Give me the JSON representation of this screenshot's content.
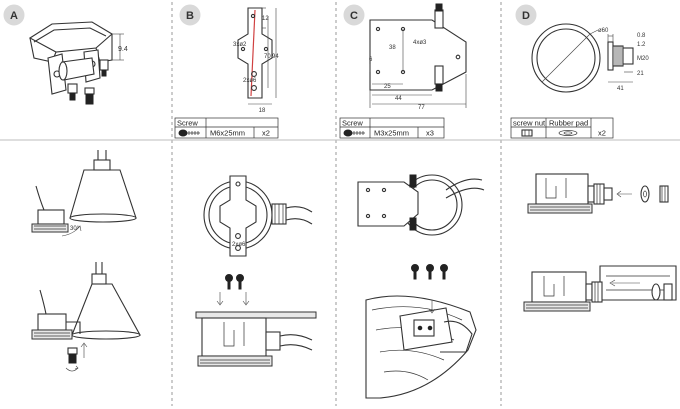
{
  "panels": {
    "A": {
      "letter": "A",
      "dim_label": "9.4"
    },
    "B": {
      "letter": "B",
      "dims": {
        "d12": "12",
        "d70": "70",
        "d94": "94",
        "d18": "18",
        "hole1": "3xø2",
        "hole2": "2xø6"
      },
      "table": {
        "header": "Screw",
        "spec": "M6x25mm",
        "qty": "x2"
      }
    },
    "C": {
      "letter": "C",
      "dims": {
        "d38": "38",
        "d6": "6",
        "d25": "25",
        "d44": "44",
        "d77": "77",
        "hole": "4xø3"
      },
      "table": {
        "header": "Screw",
        "spec": "M3x25mm",
        "qty": "x3"
      }
    },
    "D": {
      "letter": "D",
      "dims": {
        "diameter": "ø60",
        "d08": "0.8",
        "d12": "1.2",
        "thread": "M20",
        "d21": "21",
        "d41": "41"
      },
      "table": {
        "col1": "screw nut",
        "col2": "Rubber pad",
        "qty": "x2"
      }
    }
  },
  "bottom": {
    "angle_label": "30°",
    "part_label": "2xø6"
  },
  "colors": {
    "line": "#333333",
    "badge": "#d9d9d9",
    "divider": "#9a9a9a",
    "highlight": "#d04040"
  }
}
